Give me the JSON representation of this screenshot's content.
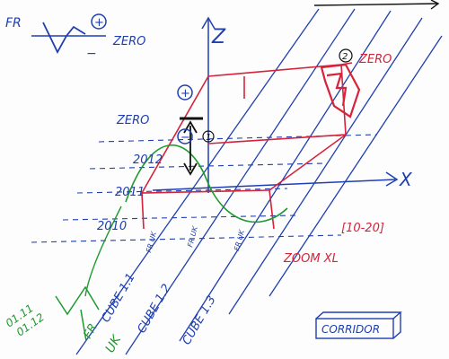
{
  "legend": {
    "fr_label": "FR",
    "plus_symbol": "+",
    "minus_symbol": "−",
    "zero_label": "ZERO"
  },
  "axes": {
    "z_label": "Z",
    "x_label": "X"
  },
  "markers": {
    "zero_1_label": "ZERO",
    "zero_2_label": "ZERO",
    "circle_1": "1",
    "circle_2": "2",
    "plus_circle": "+",
    "minus_circle": "−"
  },
  "years": [
    "2012",
    "2011",
    "2010"
  ],
  "range_label": "[10-20]",
  "zoom_label": "ZOOM XL",
  "small_labels": [
    "FR UK",
    "FR UK",
    "FR UK"
  ],
  "cubes": [
    "CUBE 1.1",
    "CUBE 1.2",
    "CUBE 1.3"
  ],
  "green_labels": {
    "dates": [
      "01.11",
      "01.12"
    ],
    "fr": "FR",
    "uk": "UK"
  },
  "corridor_label": "CORRIDOR",
  "colors": {
    "blue": "#1f3fb0",
    "red": "#d4233a",
    "green": "#1d9a2e",
    "black": "#111111"
  }
}
